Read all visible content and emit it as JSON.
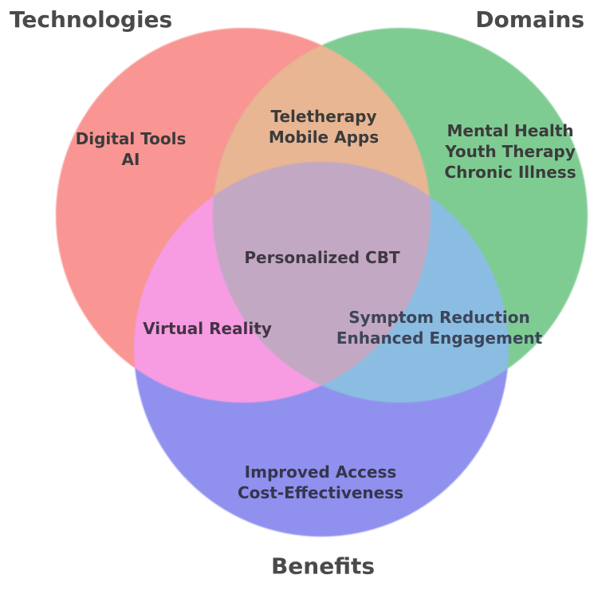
{
  "figure": {
    "titles": {
      "technologies": "Technologies",
      "domains": "Domains",
      "benefits": "Benefits"
    },
    "colors": {
      "technologies": "#f99693",
      "domains": "#7fcc93",
      "benefits": "#9090ef",
      "tech_domains": "#e8b692",
      "tech_benefits": "#f79ce2",
      "domains_benefits": "#8bbde2",
      "center": "#c2a8c3",
      "title_text": "#4a4a4a",
      "label_text": "#3b3b3b"
    },
    "regions": {
      "technologies_only": {
        "lines": [
          "Digital Tools",
          "AI"
        ]
      },
      "tech_domains": {
        "lines": [
          "Teletherapy",
          "Mobile Apps"
        ]
      },
      "domains_only": {
        "lines": [
          "Mental Health",
          "Youth Therapy",
          "Chronic Illness"
        ]
      },
      "center": {
        "lines": [
          "Personalized CBT"
        ]
      },
      "tech_benefits": {
        "lines": [
          "Virtual Reality"
        ]
      },
      "domains_benefits": {
        "lines": [
          "Symptom Reduction",
          "Enhanced Engagement"
        ]
      },
      "benefits_only": {
        "lines": [
          "Improved Access",
          "Cost-Effectiveness"
        ]
      }
    }
  }
}
